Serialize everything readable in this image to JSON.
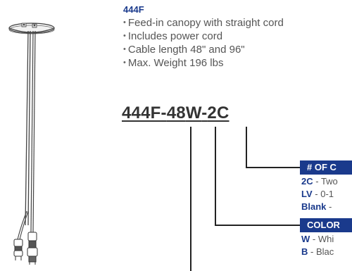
{
  "product": {
    "model": "444F",
    "features": [
      "Feed-in canopy with straight cord",
      "Includes power cord",
      "Cable length 48\" and 96\"",
      "Max. Weight 196 lbs"
    ],
    "part_number": {
      "base": "444F",
      "sep1": "-",
      "length": "48",
      "color": "W",
      "sep2": "-",
      "option": "2C"
    }
  },
  "option_groups": [
    {
      "title": "# OF C",
      "options": [
        {
          "code": "2C",
          "desc": " - Two"
        },
        {
          "code": "LV",
          "desc": " - 0-1"
        },
        {
          "code": "Blank",
          "desc": " - "
        }
      ]
    },
    {
      "title": "COLOR",
      "options": [
        {
          "code": "W",
          "desc": " - Whi"
        },
        {
          "code": "B",
          "desc": "  - Blac"
        }
      ]
    }
  ],
  "colors": {
    "accent": "#1a3a8c",
    "text": "#555555",
    "heading": "#333333"
  }
}
